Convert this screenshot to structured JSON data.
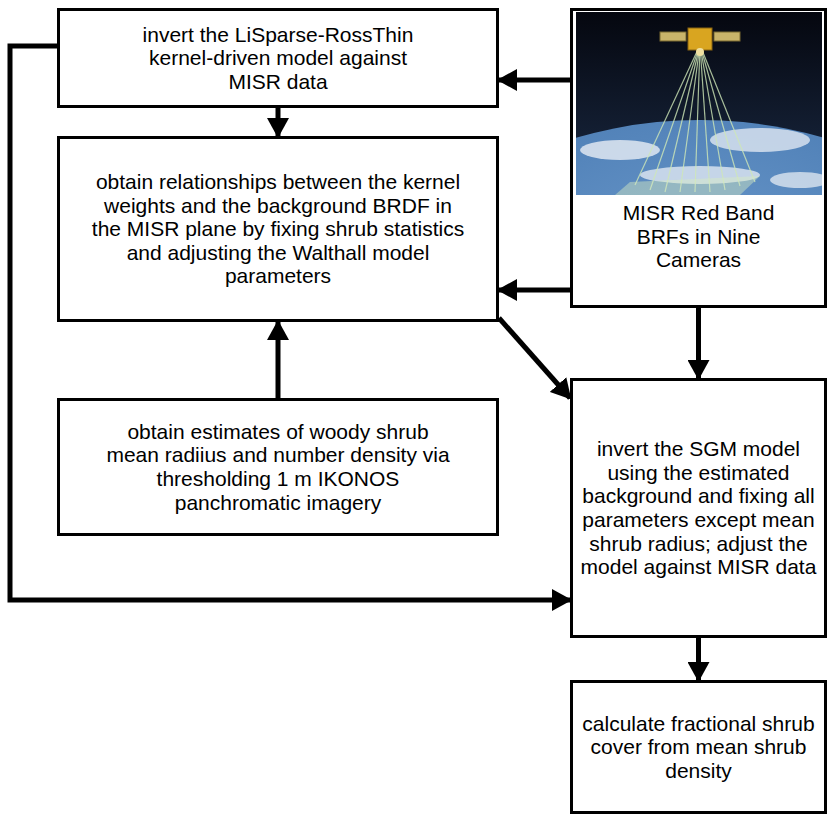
{
  "diagram": {
    "nodes": [
      {
        "text": [
          "invert the LiSparse-RossThin kernel-driven model against MISR data"
        ]
      },
      {
        "text": [
          "MISR Red Band BRFs in Nine Cameras"
        ]
      },
      {
        "text": [
          "obtain relationships between the kernel weights and the background BRDF in the MISR plane by fixing shrub statistics and adjusting the Walthall model parameters"
        ]
      },
      {
        "text": [
          "obtain estimates of woody shrub mean radiius and number density via thresholding 1 m IKONOS panchromatic imagery"
        ]
      },
      {
        "text": [
          "invert the SGM model using the estimated background and fixing all parameters except mean shrub radius; adjust the model against MISR data"
        ]
      },
      {
        "text": [
          "calculate fractional shrub cover from mean shrub density"
        ]
      }
    ],
    "edges": [
      {
        "from": 1,
        "to": 0,
        "arrow": "to"
      },
      {
        "from": 0,
        "to": 2,
        "arrow": "to"
      },
      {
        "from": 1,
        "to": 2,
        "arrow": "to"
      },
      {
        "from": 3,
        "to": 2,
        "arrow": "to"
      },
      {
        "from": 2,
        "to": 4,
        "arrow": "to"
      },
      {
        "from": 1,
        "to": 4,
        "arrow": "to"
      },
      {
        "from": 0,
        "to": 4,
        "arrow": "to"
      },
      {
        "from": 4,
        "to": 5,
        "arrow": "to"
      }
    ]
  }
}
